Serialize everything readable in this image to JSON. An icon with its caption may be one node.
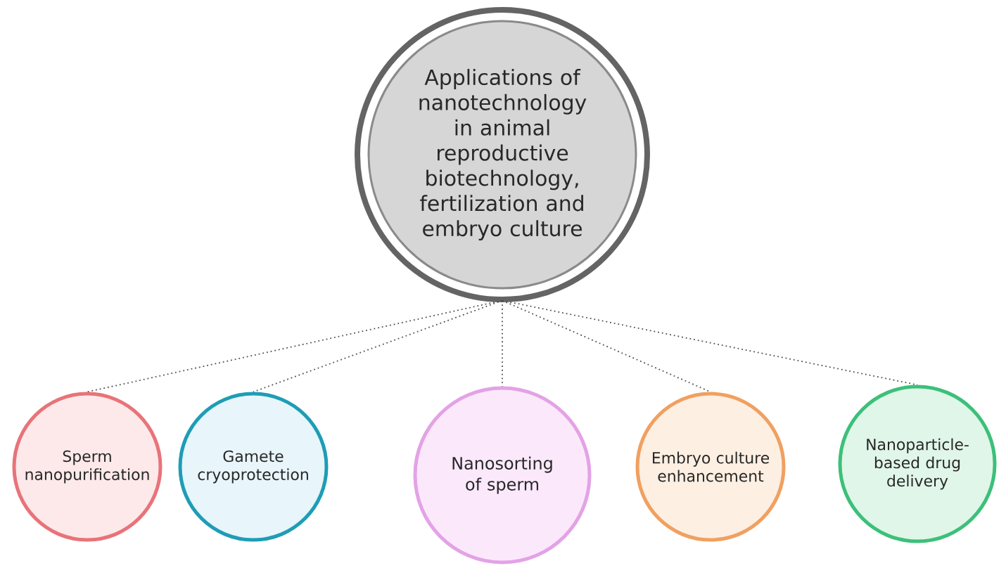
{
  "diagram": {
    "nodes": [
      {
        "text": [
          "Applications of nanotechnology in animal reproductive biotechnology, fertilization and embryo culture"
        ]
      },
      {
        "text": [
          "Sperm nanopurification"
        ]
      },
      {
        "text": [
          "Gamete cryoprotection"
        ]
      },
      {
        "text": [
          "Nanosorting of sperm"
        ]
      },
      {
        "text": [
          "Embryo culture enhancement"
        ]
      },
      {
        "text": [
          "Nanoparticle-based drug delivery"
        ]
      }
    ],
    "edges": [
      {
        "from": 0,
        "to": 1,
        "arrow": "none"
      },
      {
        "from": 0,
        "to": 2,
        "arrow": "none"
      },
      {
        "from": 0,
        "to": 3,
        "arrow": "none"
      },
      {
        "from": 0,
        "to": 4,
        "arrow": "none"
      },
      {
        "from": 0,
        "to": 5,
        "arrow": "none"
      }
    ]
  }
}
